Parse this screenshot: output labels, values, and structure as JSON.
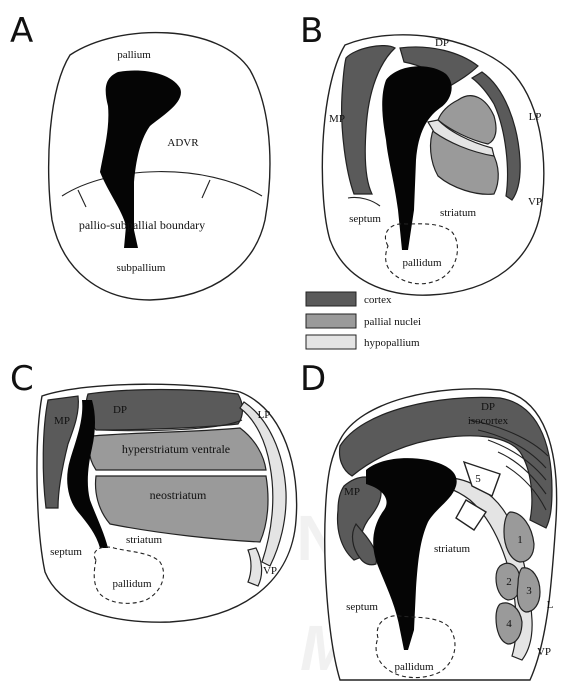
{
  "panels": {
    "A": {
      "letter": "A",
      "pallium": "pallium",
      "advr": "ADVR",
      "boundary": "pallio-subpallial boundary",
      "subpallium": "subpallium"
    },
    "B": {
      "letter": "B",
      "dp": "DP",
      "mp": "MP",
      "lp": "LP",
      "vp": "VP",
      "septum": "septum",
      "striatum": "striatum",
      "pallidum": "pallidum"
    },
    "C": {
      "letter": "C",
      "dp": "DP",
      "mp": "MP",
      "lp": "LP",
      "vp": "VP",
      "hyperstriatum": "hyperstriatum ventrale",
      "neostriatum": "neostriatum",
      "septum": "septum",
      "striatum": "striatum",
      "pallidum": "pallidum"
    },
    "D": {
      "letter": "D",
      "dp": "DP",
      "isocortex": "isocortex",
      "mp": "MP",
      "striatum": "striatum",
      "septum": "septum",
      "pallidum": "pallidum",
      "l": "L",
      "vp": "VP",
      "n1": "1",
      "n2": "2",
      "n3": "3",
      "n4": "4",
      "n5": "5"
    }
  },
  "legend": {
    "items": [
      {
        "label": "cortex",
        "color": "#5a5a5a"
      },
      {
        "label": "pallial nuclei",
        "color": "#9a9a9a"
      },
      {
        "label": "hypopallium",
        "color": "#e4e4e4"
      }
    ]
  },
  "watermark": {
    "text": "UNIVERSITY of Miami",
    "color": "#000000"
  }
}
